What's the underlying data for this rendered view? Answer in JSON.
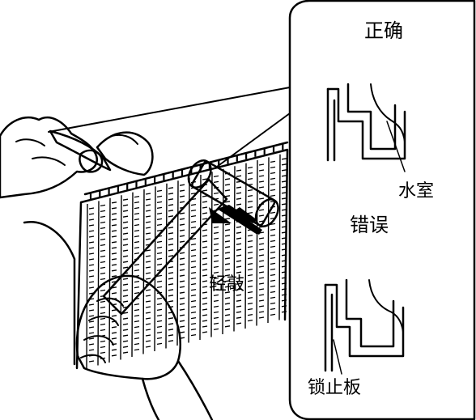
{
  "labels": {
    "correct": "正确",
    "water_chamber": "水室",
    "wrong": "错误",
    "tap_lightly": "轻敲",
    "lock_plate": "锁止板"
  }
}
